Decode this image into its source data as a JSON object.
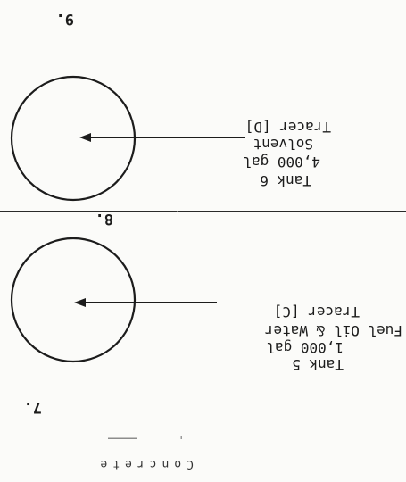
{
  "word_concrete": "Concrete",
  "section_7": {
    "number": "7.",
    "tank_lines": [
      "Tank 5",
      "1,000 gal",
      "Fuel Oil & Water",
      "Tracer [C]"
    ]
  },
  "section_8": {
    "number": "8."
  },
  "section_9": {
    "number": "9.",
    "tank_lines": [
      "Tank 6",
      "4,000 gal",
      "Solvent",
      "Tracer [D]"
    ]
  },
  "colors": {
    "ink": "#1c1c1c",
    "paper": "#fbfbf9"
  }
}
